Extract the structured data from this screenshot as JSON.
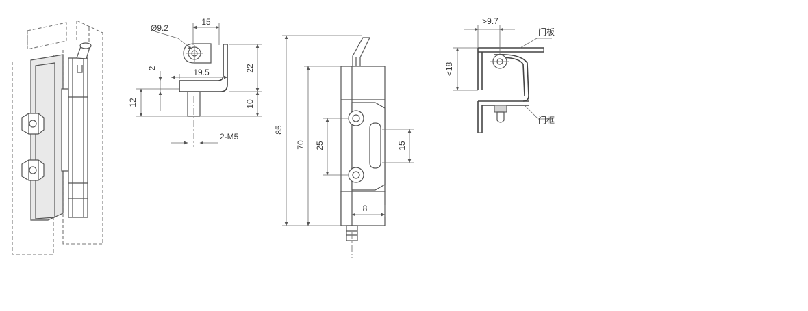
{
  "colors": {
    "line": "#555555",
    "text": "#3a3a3a",
    "background": "#ffffff",
    "fill": "#e9e9e9"
  },
  "top_view": {
    "hole_diameter": "Ø9.2",
    "width": "15",
    "depth": "22",
    "bolt_offset": "19.5",
    "thickness": "2",
    "stud_length": "10",
    "total_height": "12",
    "thread": "2-M5"
  },
  "front_view": {
    "total_length": "85",
    "body_length": "70",
    "hole_pitch": "25",
    "slot_length": "15",
    "bottom_width": "8"
  },
  "install_view": {
    "offset": ">9.7",
    "gap": "<18",
    "door_panel_label": "门板",
    "door_frame_label": "门框"
  }
}
